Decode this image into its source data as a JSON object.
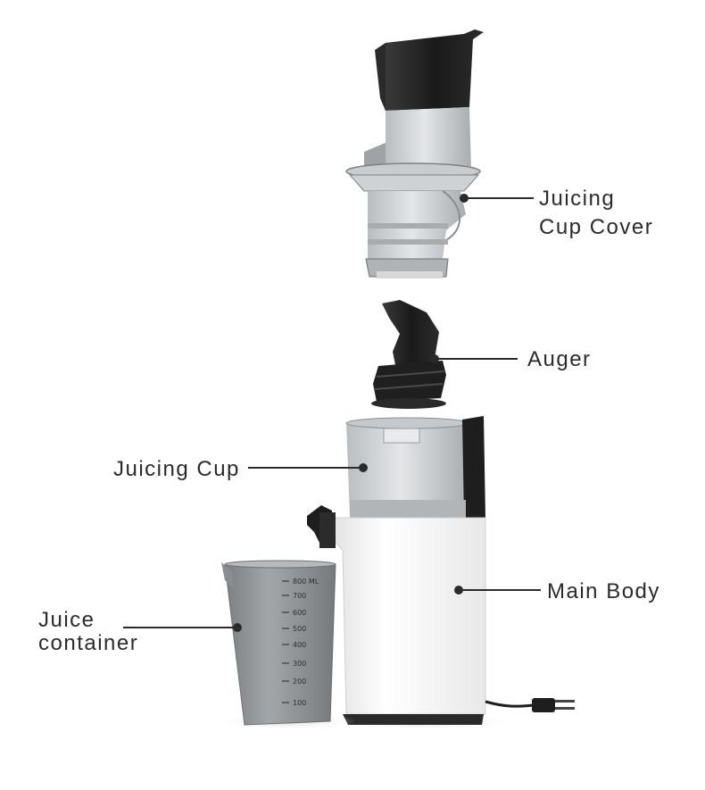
{
  "labels": {
    "cup_cover": {
      "line1": "Juicing",
      "line2": "Cup Cover"
    },
    "auger": "Auger",
    "juicing_cup": "Juicing Cup",
    "main_body": "Main Body",
    "juice_container": {
      "line1": "Juice",
      "line2": "container"
    }
  },
  "measuring_scale": {
    "unit": "ML",
    "marks": [
      "800 ML",
      "700",
      "600",
      "500",
      "400",
      "300",
      "200",
      "100"
    ]
  },
  "colors": {
    "label_text": "#2b2b2b",
    "leader_line": "#2b2b2b",
    "dark_plastic": "#1e1e1e",
    "clear_plastic": "#d3d6d8",
    "body_white": "#f6f6f6",
    "container_gray": "#8f9294"
  }
}
